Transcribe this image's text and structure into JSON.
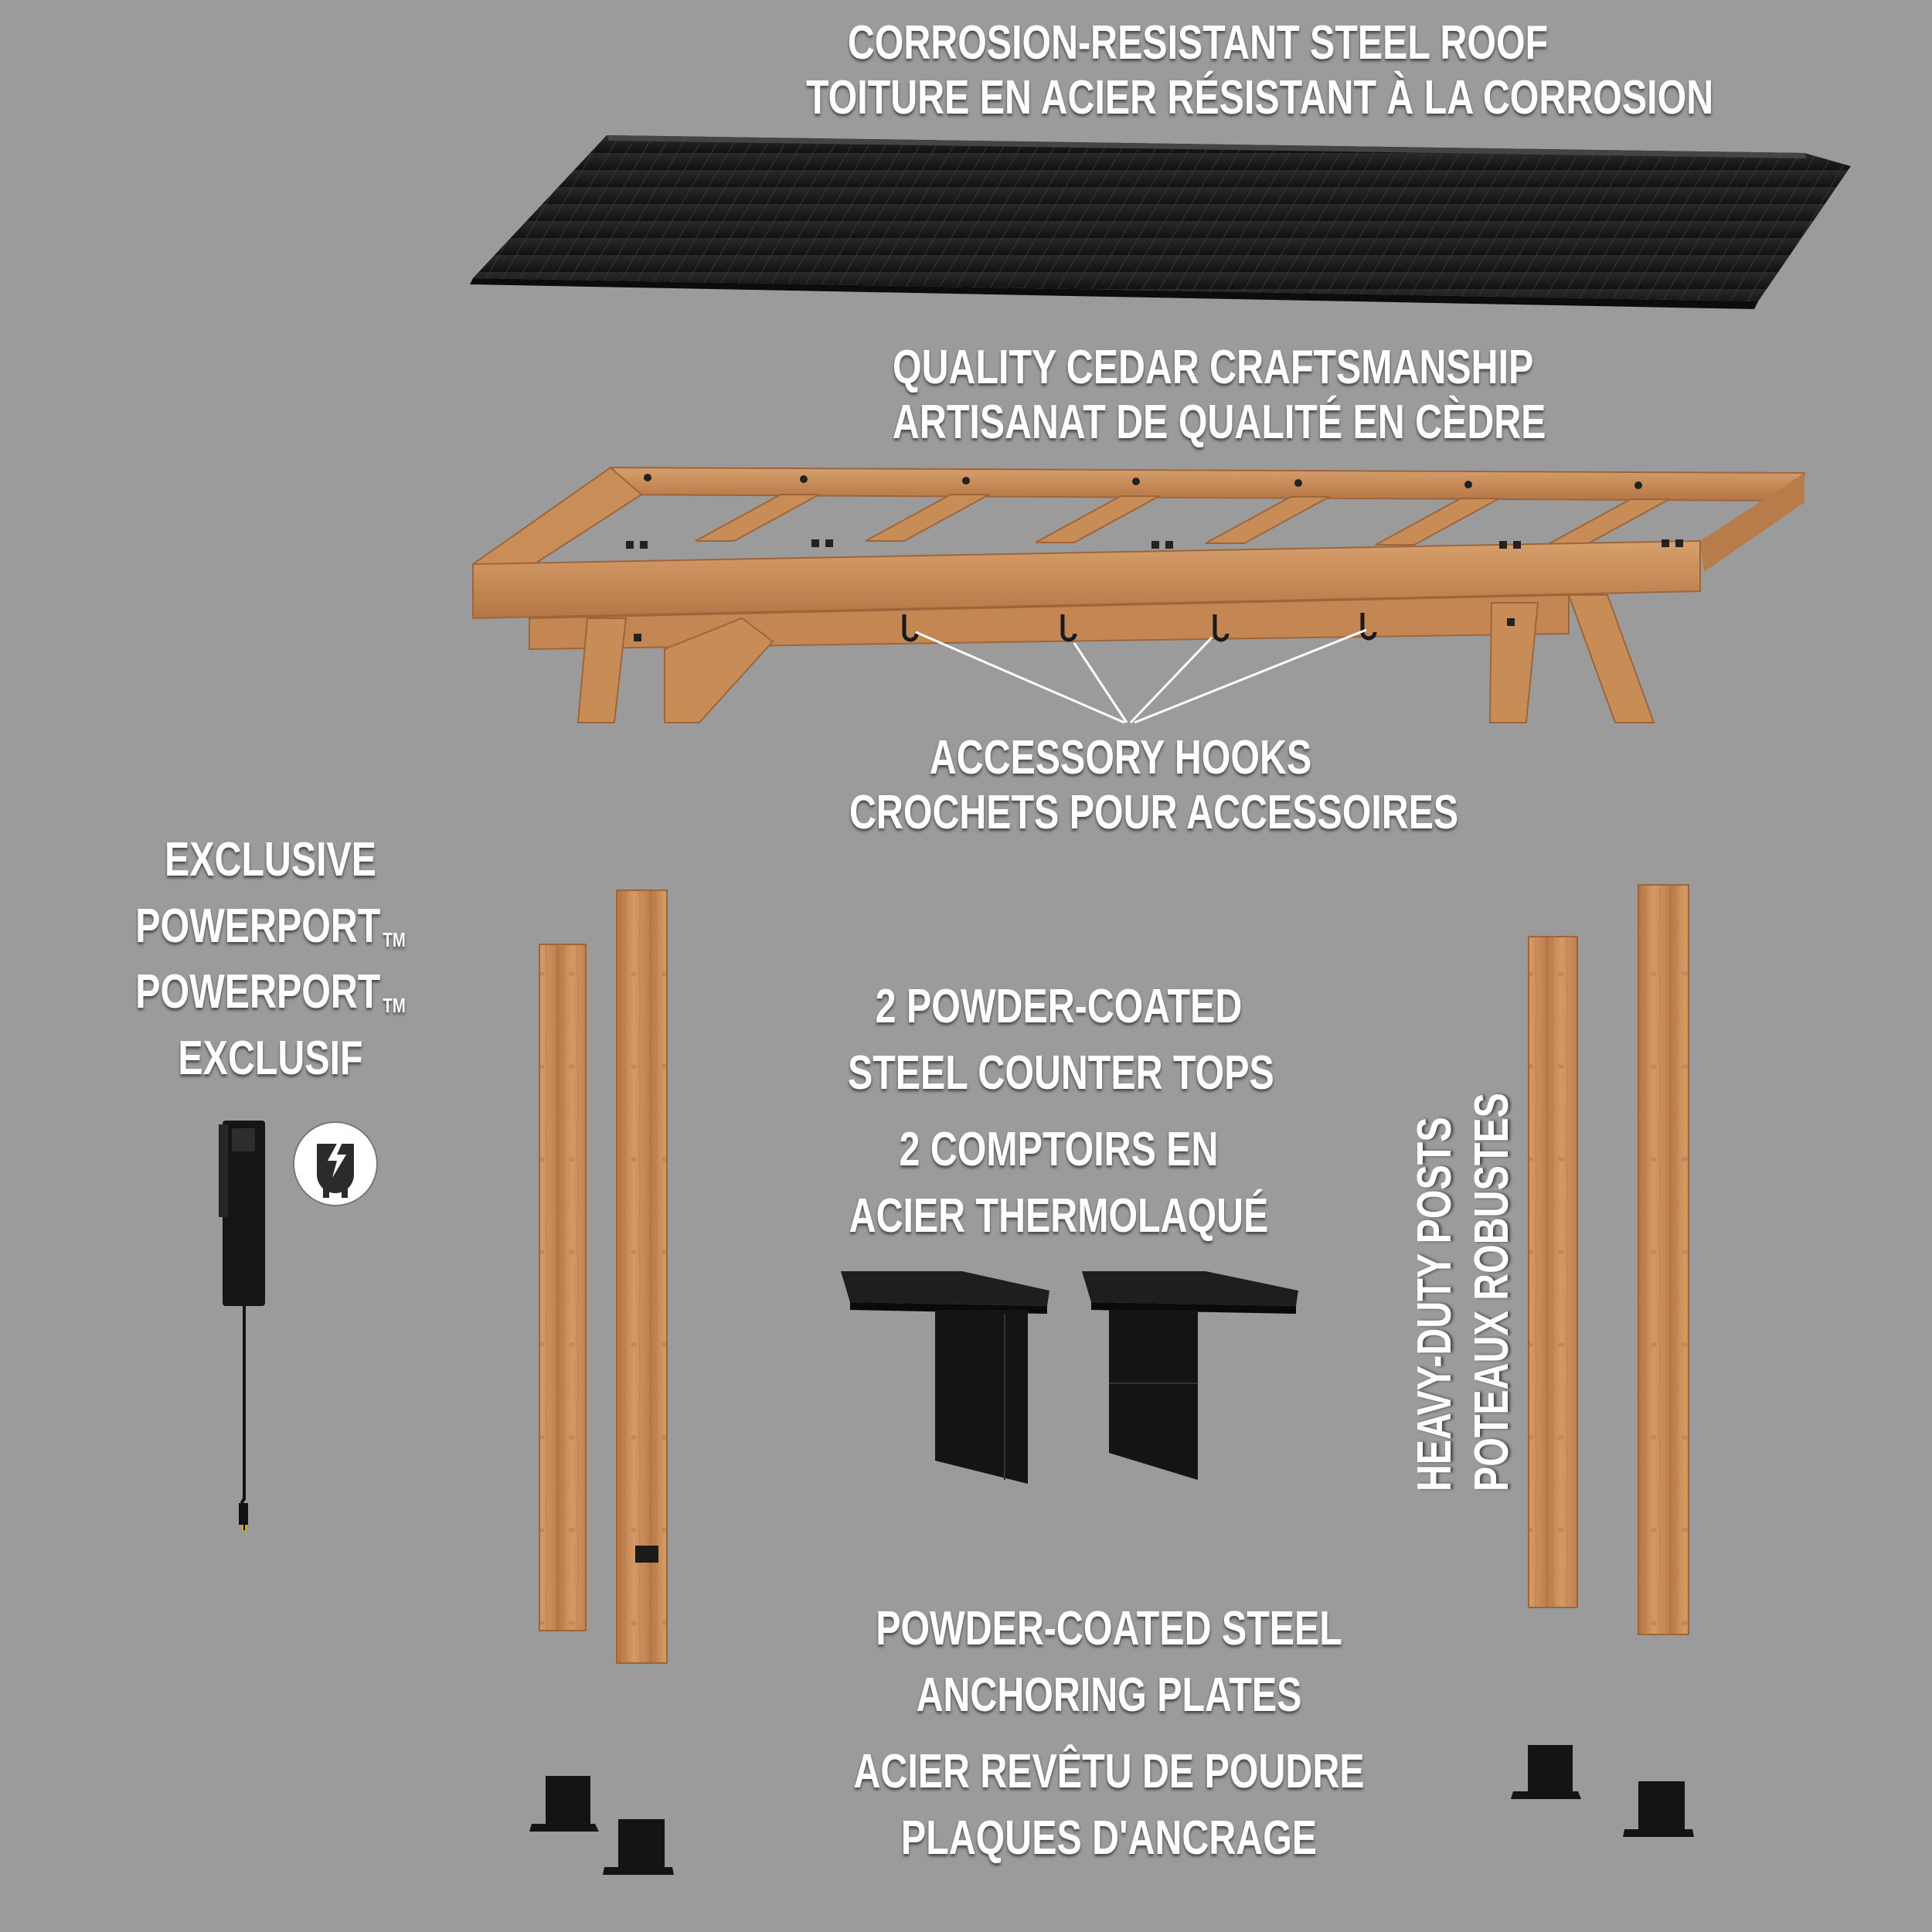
{
  "labels": {
    "roof": [
      "CORROSION-RESISTANT STEEL ROOF",
      "TOITURE EN ACIER RÉSISTANT À LA CORROSION"
    ],
    "cedar": [
      "QUALITY CEDAR CRAFTSMANSHIP",
      "ARTISANAT DE QUALITÉ EN CÈDRE"
    ],
    "hooks": [
      "ACCESSORY HOOKS",
      "CROCHETS POUR ACCESSOIRES"
    ],
    "powerport": {
      "line1": "EXCLUSIVE",
      "line2": "POWERPORT",
      "line3": "POWERPORT",
      "line4": "EXCLUSIF",
      "tm": "TM"
    },
    "counters": [
      "2 POWDER-COATED",
      "STEEL COUNTER TOPS",
      "2 COMPTOIRS EN",
      "ACIER THERMOLAQUÉ"
    ],
    "posts": [
      "HEAVY-DUTY POSTS",
      "POTEAUX ROBUSTES"
    ],
    "plates": [
      "POWDER-COATED STEEL",
      "ANCHORING PLATES",
      "ACIER REVÊTU DE POUDRE",
      "PLAQUES D'ANCRAGE"
    ]
  },
  "icons": {
    "power": "power-plug-icon"
  },
  "colors": {
    "background": "#9b9b9b",
    "cedar": "#c68a55",
    "cedar_dark": "#a86d3e",
    "steel": "#1c1c1c",
    "label": "#ffffff"
  }
}
